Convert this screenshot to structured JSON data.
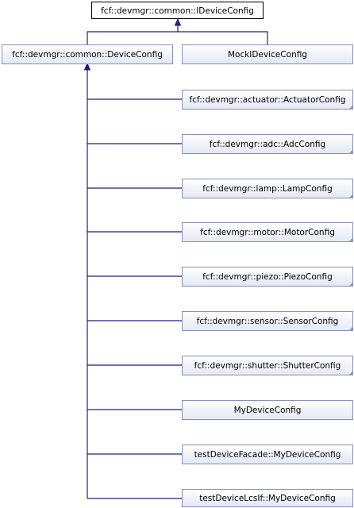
{
  "diagram": {
    "root": {
      "label": "fcf::devmgr::common::IDeviceConfig"
    },
    "level1": [
      {
        "label": "fcf::devmgr::common::DeviceConfig"
      },
      {
        "label": "MockIDeviceConfig"
      }
    ],
    "children": [
      {
        "label": "fcf::devmgr::actuator::ActuatorConfig"
      },
      {
        "label": "fcf::devmgr::adc::AdcConfig"
      },
      {
        "label": "fcf::devmgr::lamp::LampConfig"
      },
      {
        "label": "fcf::devmgr::motor::MotorConfig"
      },
      {
        "label": "fcf::devmgr::piezo::PiezoConfig"
      },
      {
        "label": "fcf::devmgr::sensor::SensorConfig"
      },
      {
        "label": "fcf::devmgr::shutter::ShutterConfig"
      },
      {
        "label": "MyDeviceConfig"
      },
      {
        "label": "testDeviceFacade::MyDeviceConfig"
      },
      {
        "label": "testDeviceLcsIf::MyDeviceConfig"
      }
    ],
    "colors": {
      "edge": "#1a237e",
      "box_border": "#868fbd",
      "box_fill_top": "#ffffff",
      "box_fill_bottom": "#e4e8f4"
    }
  }
}
